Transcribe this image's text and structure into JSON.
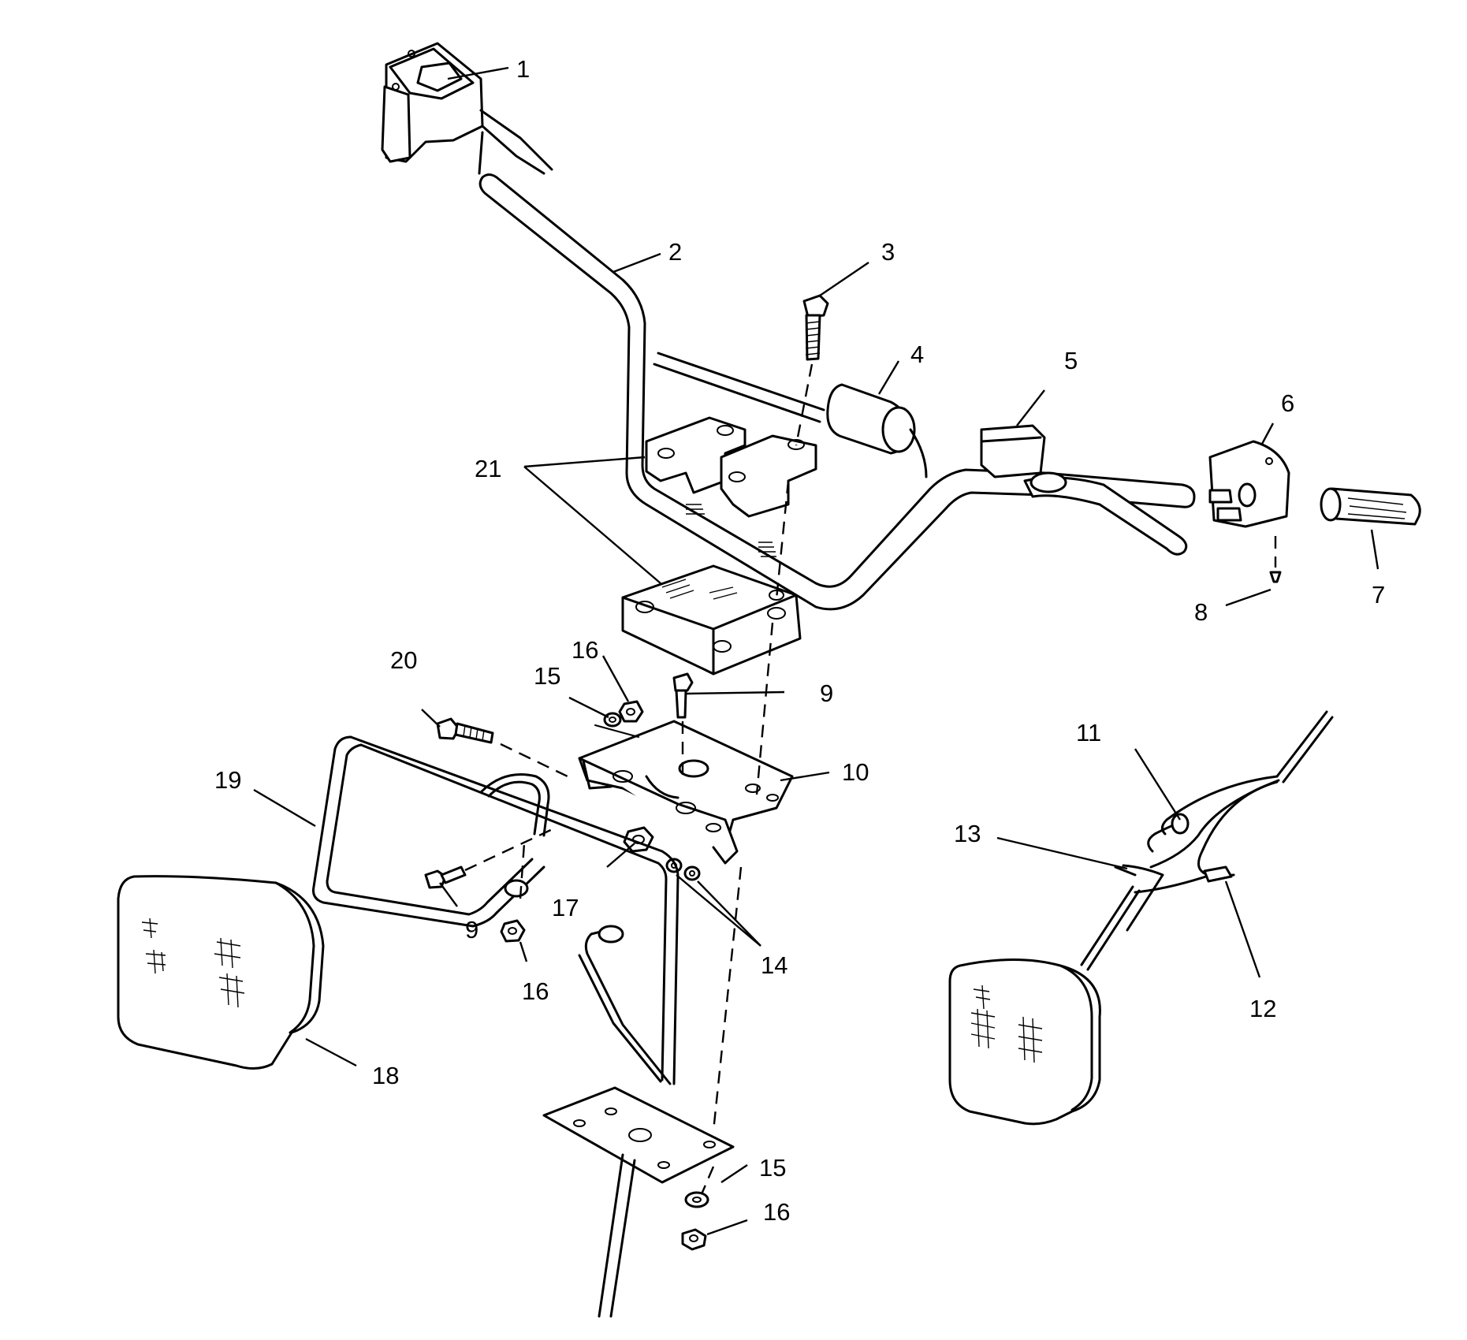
{
  "callouts": {
    "c1": "1",
    "c2": "2",
    "c3": "3",
    "c4": "4",
    "c5": "5",
    "c6": "6",
    "c7": "7",
    "c8": "8",
    "c9a": "9",
    "c9b": "9",
    "c10": "10",
    "c11": "11",
    "c12": "12",
    "c13": "13",
    "c14": "14",
    "c15a": "15",
    "c15b": "15",
    "c16a": "16",
    "c16b": "16",
    "c16c": "16",
    "c17": "17",
    "c18": "18",
    "c19": "19",
    "c20": "20",
    "c21": "21"
  },
  "colors": {
    "ink": "#000000",
    "paper": "#ffffff"
  }
}
